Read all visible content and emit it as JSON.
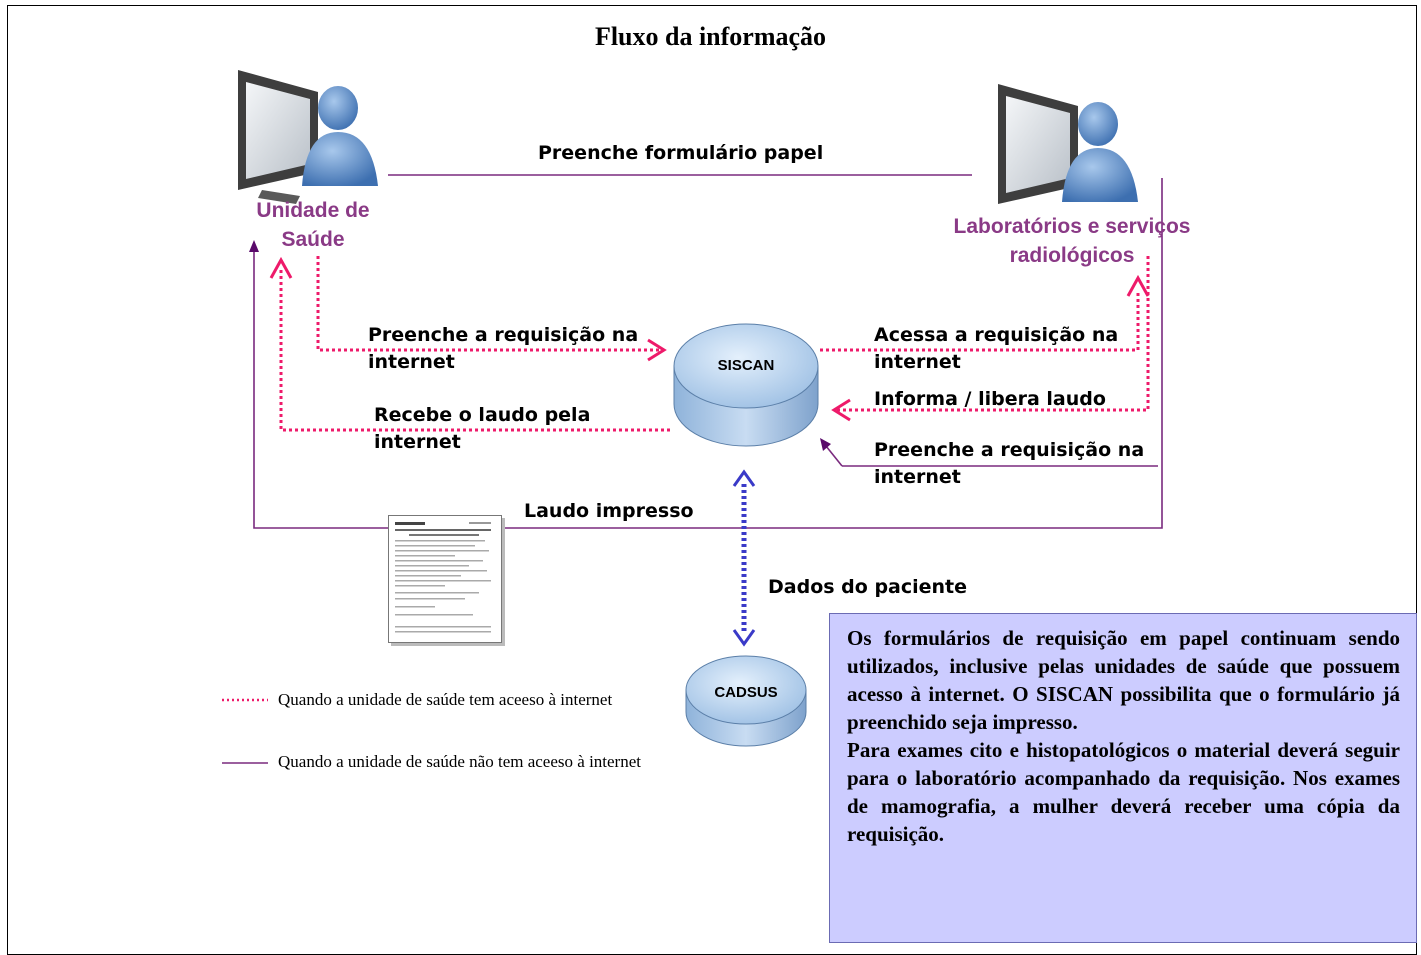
{
  "title": "Fluxo da informação",
  "nodes": {
    "unidade": "Unidade de Saúde",
    "laboratorios": "Laboratórios e serviços radiológicos",
    "siscan": "SISCAN",
    "cadsus": "CADSUS"
  },
  "flows": {
    "preenche_papel": "Preenche formulário papel",
    "preenche_req_left": "Preenche a requisição na internet",
    "recebe_laudo": "Recebe o laudo pela internet",
    "acessa_req": "Acessa a requisição na internet",
    "informa_libera": "Informa / libera laudo",
    "preenche_req_right": "Preenche a requisição na internet",
    "laudo_impresso": "Laudo impresso",
    "dados_paciente": "Dados do paciente"
  },
  "legend": {
    "dotted": "Quando a unidade de saúde tem aceeso à internet",
    "solid": "Quando a unidade de saúde não tem aceeso à internet"
  },
  "note": {
    "p1": "Os formulários de requisição em papel continuam sendo utilizados, inclusive pelas unidades de saúde que possuem acesso à internet. O SISCAN possibilita que o formulário já preenchido seja impresso.",
    "p2": "Para exames cito e histopatológicos o material deverá seguir para o laboratório acompanhado da requisição. Nos exames de mamografia, a mulher deverá receber uma cópia da requisição."
  },
  "colors": {
    "dotted_flow": "#ee1a6a",
    "solid_flow": "#7a2a7e",
    "patient_link": "#3a3ac8",
    "node_label": "#8a3a86",
    "note_bg": "#ccccff"
  }
}
